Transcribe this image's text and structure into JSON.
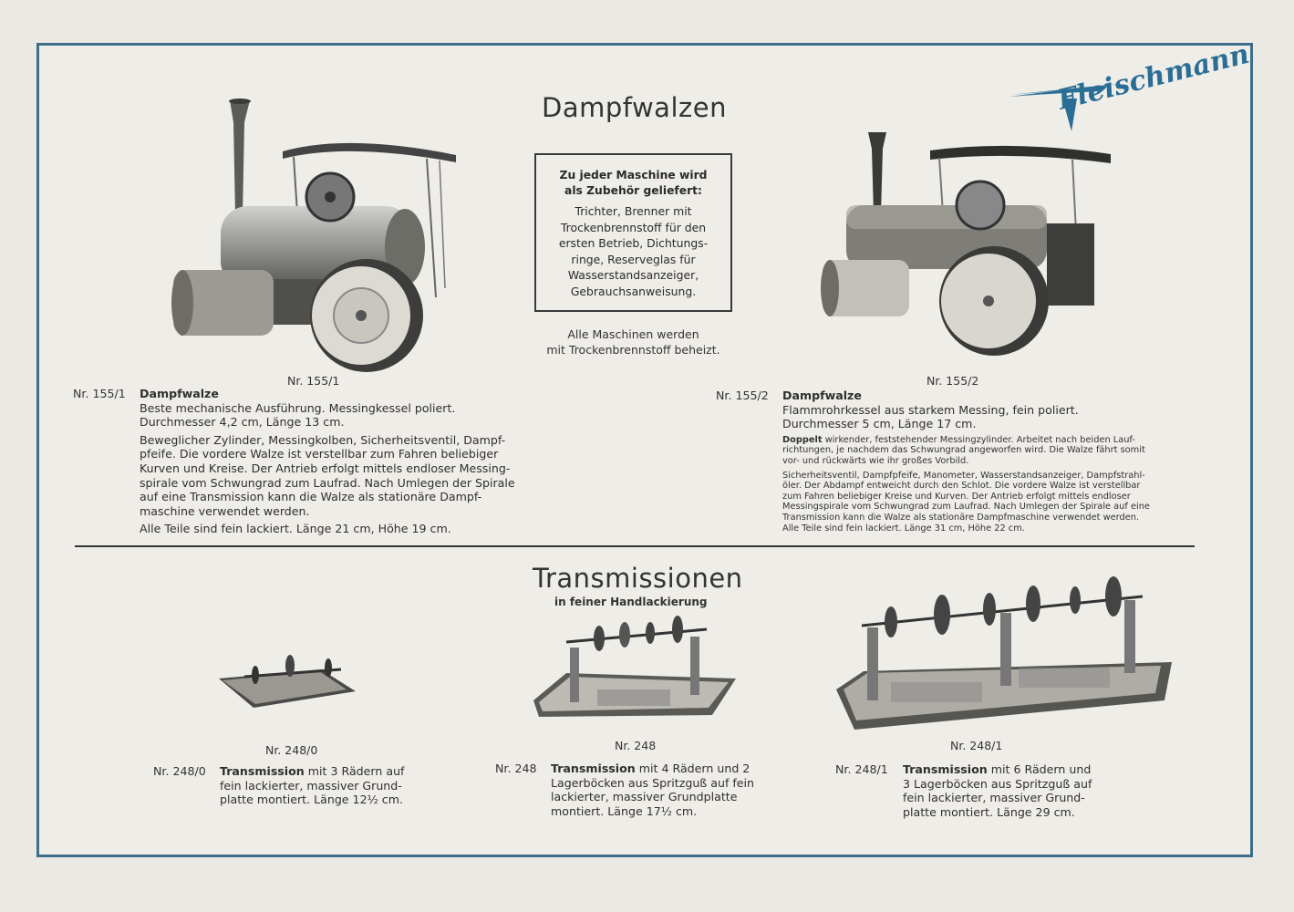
{
  "brand": {
    "logo_text": "Fleischmann",
    "accent": "#2b6e95",
    "frame": "#3d6d8a"
  },
  "section1": {
    "title": "Dampfwalzen",
    "box": {
      "heading": [
        "Zu jeder Maschine wird",
        "als Zubehör geliefert:"
      ],
      "lines": [
        "Trichter, Brenner mit",
        "Trockenbrennstoff für den",
        "ersten Betrieb, Dichtungs-",
        "ringe, Reserveglas für",
        "Wasserstandsanzeiger,",
        "Gebrauchsanweisung."
      ]
    },
    "note": [
      "Alle Maschinen werden",
      "mit Trockenbrennstoff beheizt."
    ],
    "items": [
      {
        "caption": "Nr. 155/1",
        "number": "Nr. 155/1",
        "name": "Dampfwalze",
        "lines": [
          "Beste mechanische Ausführung. Messingkessel poliert.",
          "Durchmesser 4,2 cm, Länge 13 cm."
        ],
        "details": [
          "Beweglicher Zylinder, Messingkolben, Sicherheitsventil, Dampf-",
          "pfeife. Die vordere Walze ist verstellbar zum Fahren beliebiger",
          "Kurven und Kreise. Der Antrieb erfolgt mittels endloser Messing-",
          "spirale vom Schwungrad zum Laufrad. Nach Umlegen der Spirale",
          "auf eine Transmission kann die Walze als stationäre Dampf-",
          "maschine verwendet werden."
        ],
        "final": "Alle Teile sind fein lackiert. Länge 21 cm, Höhe 19 cm."
      },
      {
        "caption": "Nr. 155/2",
        "number": "Nr. 155/2",
        "name": "Dampfwalze",
        "lines": [
          "Flammrohrkessel aus starkem Messing, fein poliert.",
          "Durchmesser 5 cm, Länge 17 cm."
        ],
        "detail_bold": "Doppelt",
        "details": [
          " wirkender, feststehender Messingzylinder. Arbeitet nach beiden Lauf-",
          "richtungen, je nachdem das Schwungrad angeworfen wird. Die Walze fährt somit",
          "vor- und rückwärts wie ihr großes Vorbild."
        ],
        "details2": [
          "Sicherheitsventil, Dampfpfeife, Manometer, Wasserstandsanzeiger, Dampfstrahl-",
          "öler. Der Abdampf entweicht durch den Schlot. Die vordere Walze ist verstellbar",
          "zum Fahren beliebiger Kreise und Kurven. Der Antrieb erfolgt mittels endloser",
          "Messingspirale vom Schwungrad zum Laufrad. Nach Umlegen der Spirale auf eine",
          "Transmission kann die Walze als stationäre Dampfmaschine verwendet werden.",
          "Alle Teile sind fein lackiert. Länge 31 cm, Höhe 22 cm."
        ]
      }
    ]
  },
  "section2": {
    "title": "Transmissionen",
    "subtitle": "in feiner Handlackierung",
    "items": [
      {
        "caption": "Nr. 248/0",
        "number": "Nr. 248/0",
        "name": "Transmission",
        "lines": [
          " mit 3 Rädern auf",
          "fein lackierter, massiver Grund-",
          "platte montiert. Länge 12½ cm."
        ]
      },
      {
        "caption": "Nr. 248",
        "number": "Nr. 248",
        "name": "Transmission",
        "lines": [
          " mit 4 Rädern und 2",
          "Lagerböcken aus Spritzguß auf fein",
          "lackierter, massiver Grundplatte",
          "montiert. Länge 17½ cm."
        ]
      },
      {
        "caption": "Nr. 248/1",
        "number": "Nr. 248/1",
        "name": "Transmission",
        "lines": [
          " mit 6 Rädern und",
          "3 Lagerböcken aus Spritzguß auf",
          "fein lackierter, massiver Grund-",
          "platte montiert. Länge 29 cm."
        ]
      }
    ]
  },
  "icons": [
    "steam-roller-illustration",
    "transmission-illustration"
  ]
}
